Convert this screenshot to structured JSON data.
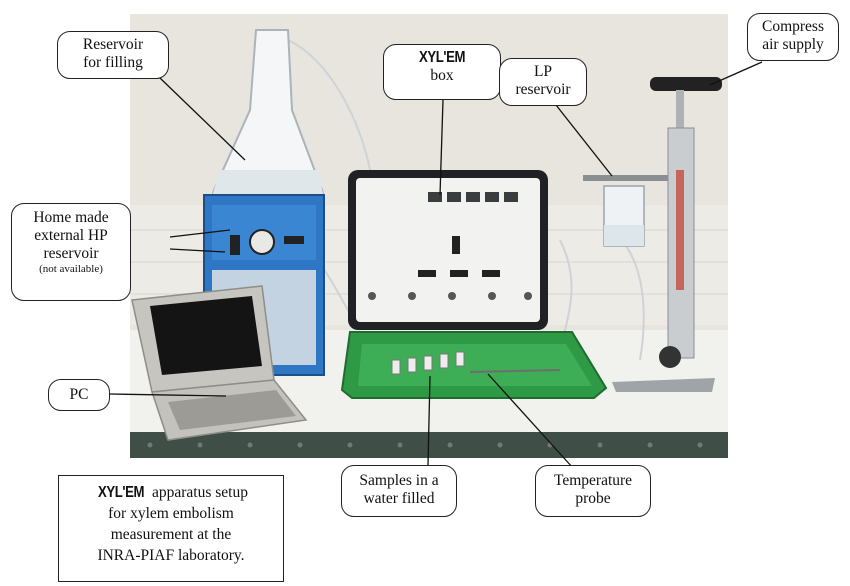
{
  "colors": {
    "wall": "#e8e6df",
    "bench": "#eeeeea",
    "blue_box": "#2f77c5",
    "green_tray": "#2e9a45",
    "device_panel": "#f2f2f0",
    "device_frame": "#1f2124"
  },
  "labels": {
    "reservoir_filling": [
      "Reservoir",
      "for filling"
    ],
    "xylem_box": {
      "brand": "XYL'EM",
      "text": "box"
    },
    "lp_reservoir": [
      "LP",
      "reservoir"
    ],
    "compress_air": [
      "Compress",
      "air supply"
    ],
    "home_made": {
      "lines": [
        "Home made",
        "external HP",
        "reservoir"
      ],
      "note": "(not available)"
    },
    "pc": "PC",
    "samples": [
      "Samples in a",
      "water filled"
    ],
    "temperature_probe": [
      "Temperature",
      "probe"
    ]
  },
  "caption": {
    "brand": "XYL'EM",
    "line1_rest": " apparatus setup",
    "line2": "for xylem embolism",
    "line3": "measurement at the",
    "line4": "INRA-PIAF laboratory."
  }
}
